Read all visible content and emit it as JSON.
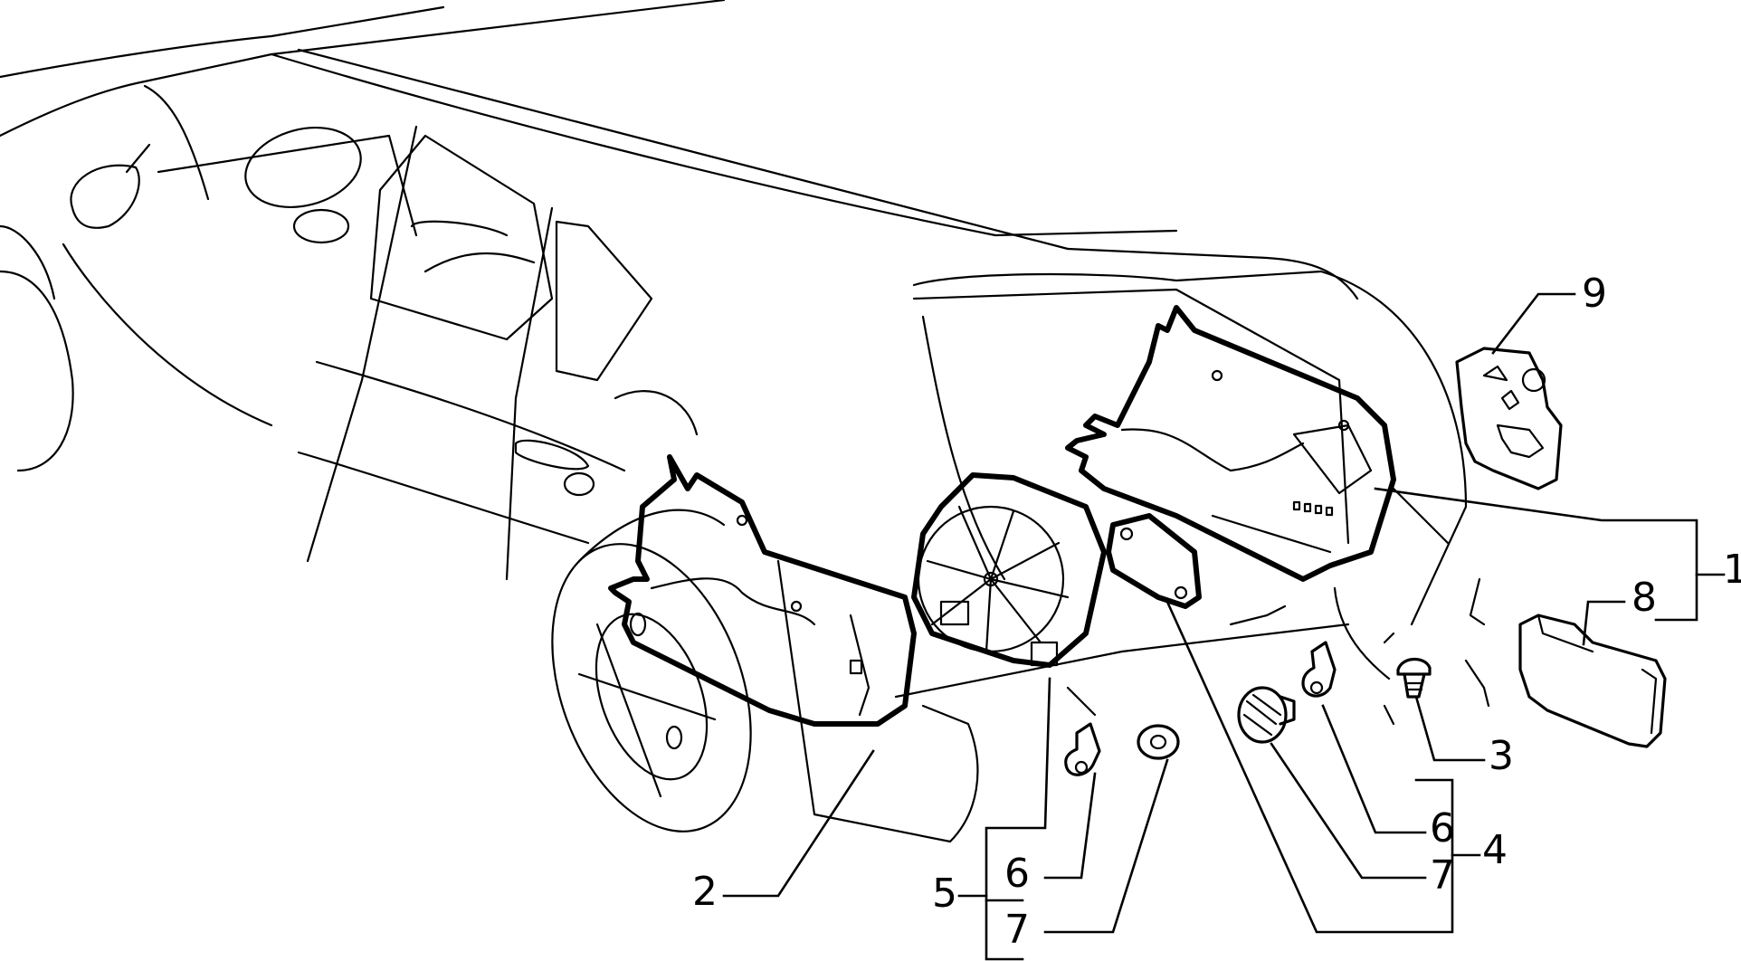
{
  "diagram": {
    "callouts": [
      {
        "id": "c1",
        "label": "1"
      },
      {
        "id": "c2",
        "label": "2"
      },
      {
        "id": "c3",
        "label": "3"
      },
      {
        "id": "c4",
        "label": "4"
      },
      {
        "id": "c5",
        "label": "5"
      },
      {
        "id": "c6a",
        "label": "6"
      },
      {
        "id": "c6b",
        "label": "6"
      },
      {
        "id": "c7a",
        "label": "7"
      },
      {
        "id": "c7b",
        "label": "7"
      },
      {
        "id": "c8",
        "label": "8"
      },
      {
        "id": "c9",
        "label": "9"
      }
    ]
  }
}
